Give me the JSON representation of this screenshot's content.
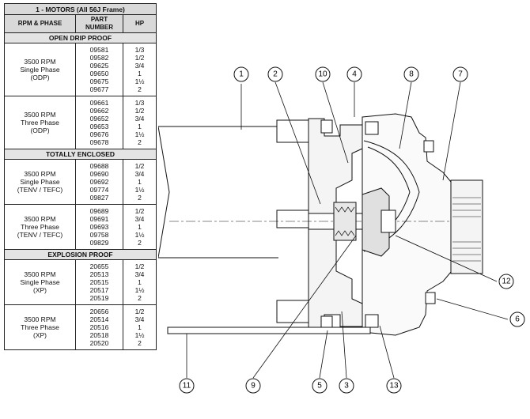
{
  "table": {
    "title": "1 - MOTORS (All 56J Frame)",
    "headers": {
      "rpm_phase": "RPM & PHASE",
      "part_number_1": "PART",
      "part_number_2": "NUMBER",
      "hp": "HP"
    },
    "sections": [
      {
        "title": "OPEN DRIP PROOF",
        "groups": [
          {
            "label": [
              "3500 RPM",
              "Single Phase",
              "(ODP)"
            ],
            "parts": [
              "09581",
              "09582",
              "09625",
              "09650",
              "09675",
              "09677"
            ],
            "hp": [
              "1/3",
              "1/2",
              "3/4",
              "1",
              "1½",
              "2"
            ]
          },
          {
            "label": [
              "3500 RPM",
              "Three Phase",
              "(ODP)"
            ],
            "parts": [
              "09661",
              "09662",
              "09652",
              "09653",
              "09676",
              "09678"
            ],
            "hp": [
              "1/3",
              "1/2",
              "3/4",
              "1",
              "1½",
              "2"
            ]
          }
        ]
      },
      {
        "title": "TOTALLY ENCLOSED",
        "groups": [
          {
            "label": [
              "3500 RPM",
              "Single Phase",
              "(TENV / TEFC)"
            ],
            "parts": [
              "09688",
              "09690",
              "09692",
              "09774",
              "09827"
            ],
            "hp": [
              "1/2",
              "3/4",
              "1",
              "1½",
              "2"
            ]
          },
          {
            "label": [
              "3500 RPM",
              "Three Phase",
              "(TENV / TEFC)"
            ],
            "parts": [
              "09689",
              "09691",
              "09693",
              "09758",
              "09829"
            ],
            "hp": [
              "1/2",
              "3/4",
              "1",
              "1½",
              "2"
            ]
          }
        ]
      },
      {
        "title": "EXPLOSION PROOF",
        "groups": [
          {
            "label": [
              "3500 RPM",
              "Single Phase",
              "(XP)"
            ],
            "parts": [
              "20655",
              "20513",
              "20515",
              "20517",
              "20519"
            ],
            "hp": [
              "1/2",
              "3/4",
              "1",
              "1½",
              "2"
            ]
          },
          {
            "label": [
              "3500 RPM",
              "Three Phase",
              "(XP)"
            ],
            "parts": [
              "20656",
              "20514",
              "20516",
              "20518",
              "20520"
            ],
            "hp": [
              "1/2",
              "3/4",
              "1",
              "1½",
              "2"
            ]
          }
        ]
      }
    ]
  },
  "callouts": [
    "1",
    "2",
    "10",
    "4",
    "8",
    "7",
    "12",
    "6",
    "11",
    "9",
    "5",
    "3",
    "13"
  ]
}
